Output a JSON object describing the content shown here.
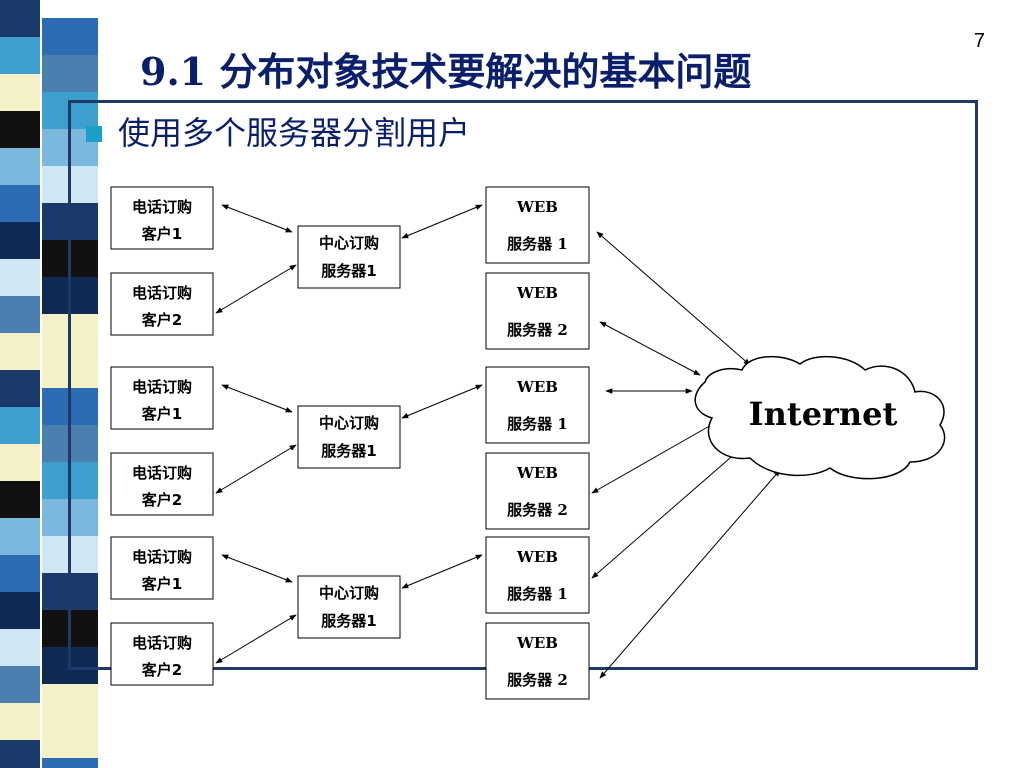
{
  "slide": {
    "page_number": "7",
    "title": "9.1 分布对象技术要解决的基本问题",
    "bullet": "使用多个服务器分割用户"
  },
  "diagram": {
    "groups": [
      {
        "clients": [
          {
            "line1": "电话订购",
            "line2": "客户1"
          },
          {
            "line1": "电话订购",
            "line2": "客户2"
          }
        ],
        "center": {
          "line1": "中心订购",
          "line2": "服务器1"
        },
        "webs": [
          {
            "line1": "WEB",
            "line2": "服务器 1"
          },
          {
            "line1": "WEB",
            "line2": "服务器 2"
          }
        ]
      },
      {
        "clients": [
          {
            "line1": "电话订购",
            "line2": "客户1"
          },
          {
            "line1": "电话订购",
            "line2": "客户2"
          }
        ],
        "center": {
          "line1": "中心订购",
          "line2": "服务器1"
        },
        "webs": [
          {
            "line1": "WEB",
            "line2": "服务器 1"
          },
          {
            "line1": "WEB",
            "line2": "服务器 2"
          }
        ]
      },
      {
        "clients": [
          {
            "line1": "电话订购",
            "line2": "客户1"
          },
          {
            "line1": "电话订购",
            "line2": "客户2"
          }
        ],
        "center": {
          "line1": "中心订购",
          "line2": "服务器1"
        },
        "webs": [
          {
            "line1": "WEB",
            "line2": "服务器 1"
          },
          {
            "line1": "WEB",
            "line2": "服务器 2"
          }
        ]
      }
    ],
    "cloud_label": "Internet"
  },
  "colors": {
    "title": "#0a1f6b",
    "frame": "#1f3a68",
    "bullet": "#1aa0c8"
  }
}
